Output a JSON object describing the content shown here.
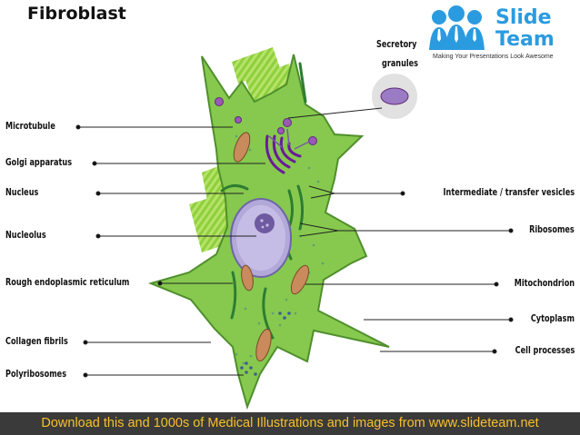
{
  "title": "Fibroblast",
  "logo": {
    "word1": "Slide",
    "word2": "Team",
    "tagline": "Making Your Presentations Look Awesome"
  },
  "labels": {
    "microtubule": "Microtubule",
    "golgi": "Golgi apparatus",
    "nucleus": "Nucleus",
    "nucleolus": "Nucleolus",
    "rough_er": "Rough endoplasmic reticulum",
    "collagen": "Collagen fibrils",
    "polyribosomes": "Polyribosomes",
    "secretory_1": "Secretory",
    "secretory_2": "granules",
    "vesicles": "Intermediate / transfer vesicles",
    "ribosomes": "Ribosomes",
    "mitochondrion": "Mitochondrion",
    "cytoplasm": "Cytoplasm",
    "cell_processes": "Cell processes"
  },
  "footer": "Download this and 1000s of Medical Illustrations and images from www.slideteam.net",
  "colors": {
    "cell": "#86c94e",
    "cell_edge": "#4f8f2c",
    "nucleus": "#b3a9d9",
    "accent": "#2b9be0",
    "footer_bg": "#3a3a3a",
    "footer_text": "#f5c02c"
  }
}
